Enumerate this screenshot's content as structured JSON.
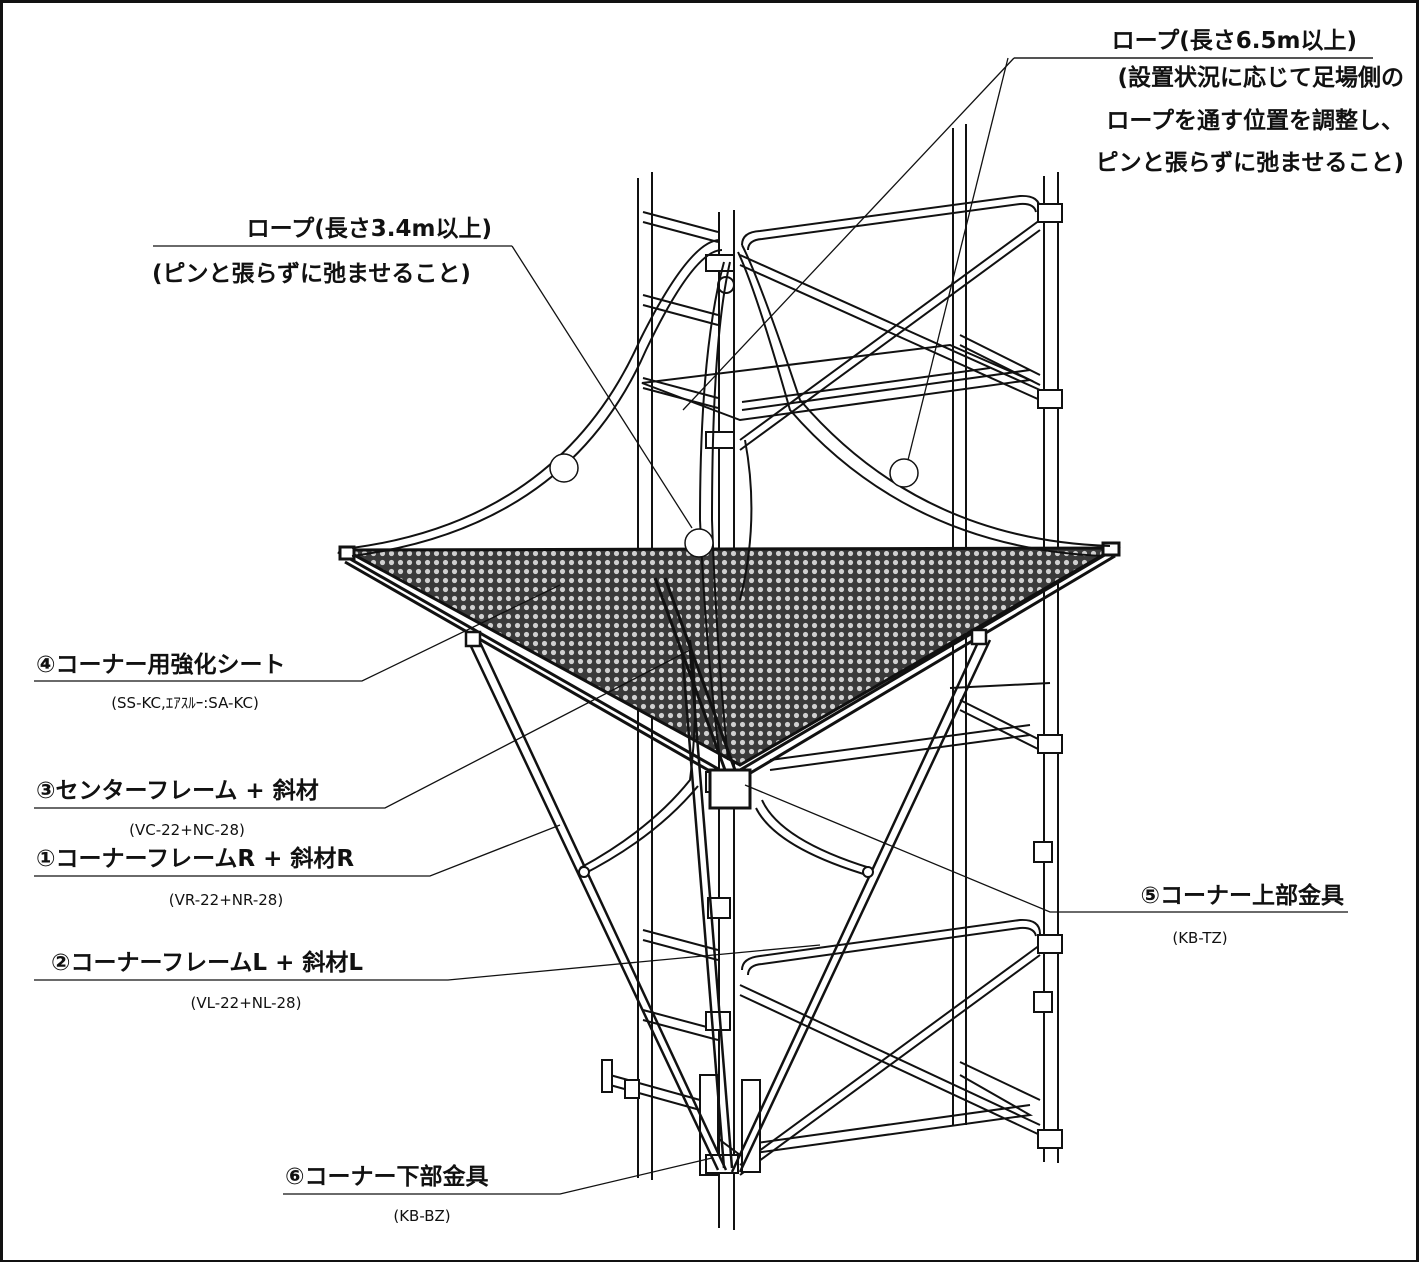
{
  "labels": {
    "rope_long": {
      "title": "ロープ(長さ6.5m以上)",
      "notes": [
        "(設置状況に応じて足場側の",
        "ロープを通す位置を調整し、",
        "ピンと張らずに弛ませること)"
      ]
    },
    "rope_short": {
      "title": "ロープ(長さ3.4m以上)",
      "note": "(ピンと張らずに弛ませること)"
    },
    "part4": {
      "name": "④コーナー用強化シート",
      "code": "(SS-KC,ｴｱｽﾙｰ:SA-KC)"
    },
    "part3": {
      "name": "③センターフレーム + 斜材",
      "code": "(VC-22+NC-28)"
    },
    "part1": {
      "name": "①コーナーフレームR + 斜材R",
      "code": "(VR-22+NR-28)"
    },
    "part2": {
      "name": "②コーナーフレームL + 斜材L",
      "code": "(VL-22+NL-28)"
    },
    "part5": {
      "name": "⑤コーナー上部金具",
      "code": "(KB-TZ)"
    },
    "part6": {
      "name": "⑥コーナー下部金具",
      "code": "(KB-BZ)"
    }
  },
  "colors": {
    "line": "#111111",
    "mesh": "#555555",
    "background": "#ffffff"
  }
}
